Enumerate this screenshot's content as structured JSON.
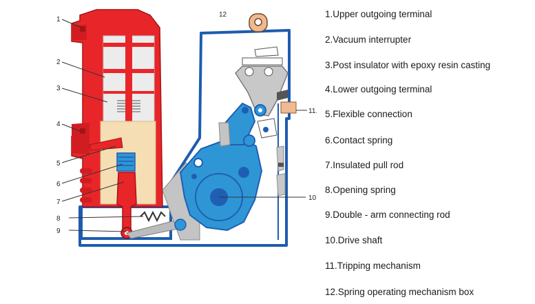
{
  "diagram": {
    "callouts": [
      "1",
      "2",
      "3",
      "4",
      "5",
      "6",
      "7",
      "8",
      "9",
      "10",
      "11.",
      "12"
    ]
  },
  "legend": {
    "items": [
      "1.Upper outgoing terminal",
      "2.Vacuum interrupter",
      "3.Post insulator with epoxy resin casting",
      "4.Lower outgoing terminal",
      "5.Flexible connection",
      "6.Contact spring",
      "7.Insulated pull rod",
      "8.Opening spring",
      "9.Double - arm connecting rod",
      "10.Drive shaft",
      "11.Tripping mechanism",
      "12.Spring operating mechanism box"
    ]
  },
  "colors": {
    "insulator_red": "#e8262a",
    "mechanism_blue": "#2f96d6",
    "dark_blue": "#1f5fb3",
    "casting_tan": "#f5deb3",
    "box_outline": "#1e5cae",
    "metal_gray": "#b8b8b8"
  }
}
